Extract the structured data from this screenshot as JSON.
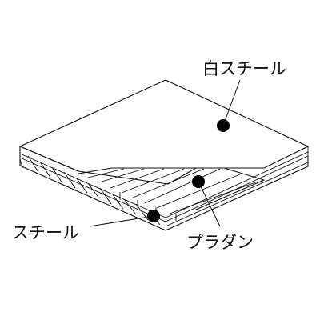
{
  "labels": {
    "top_sheet": "白スチール",
    "core": "プラダン",
    "bottom_sheet": "スチール"
  }
}
